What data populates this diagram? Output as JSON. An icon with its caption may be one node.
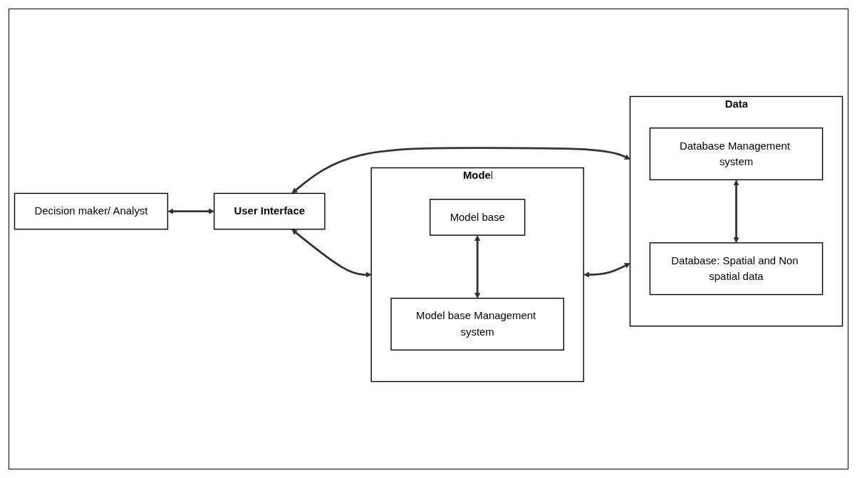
{
  "diagram": {
    "nodes": [
      {
        "text": [
          "Decision maker/ Analyst"
        ]
      },
      {
        "text": [
          "User Interface"
        ]
      },
      {
        "text": [
          "Model"
        ]
      },
      {
        "text": [
          "Model base"
        ],
        "in": 2
      },
      {
        "text": [
          "Model base Management system"
        ],
        "in": 2
      },
      {
        "text": [
          "Data"
        ]
      },
      {
        "text": [
          "Database Management system"
        ],
        "in": 5
      },
      {
        "text": [
          "Database: Spatial and Non spatial data"
        ],
        "in": 5
      }
    ],
    "edges": [
      {
        "from": 0,
        "to": 1,
        "arrow": "both"
      },
      {
        "from": 1,
        "to": 2,
        "arrow": "both"
      },
      {
        "from": 1,
        "to": 5,
        "arrow": "both"
      },
      {
        "from": 3,
        "to": 4,
        "arrow": "both"
      },
      {
        "from": 2,
        "to": 5,
        "arrow": "both"
      },
      {
        "from": 6,
        "to": 7,
        "arrow": "both"
      }
    ]
  }
}
